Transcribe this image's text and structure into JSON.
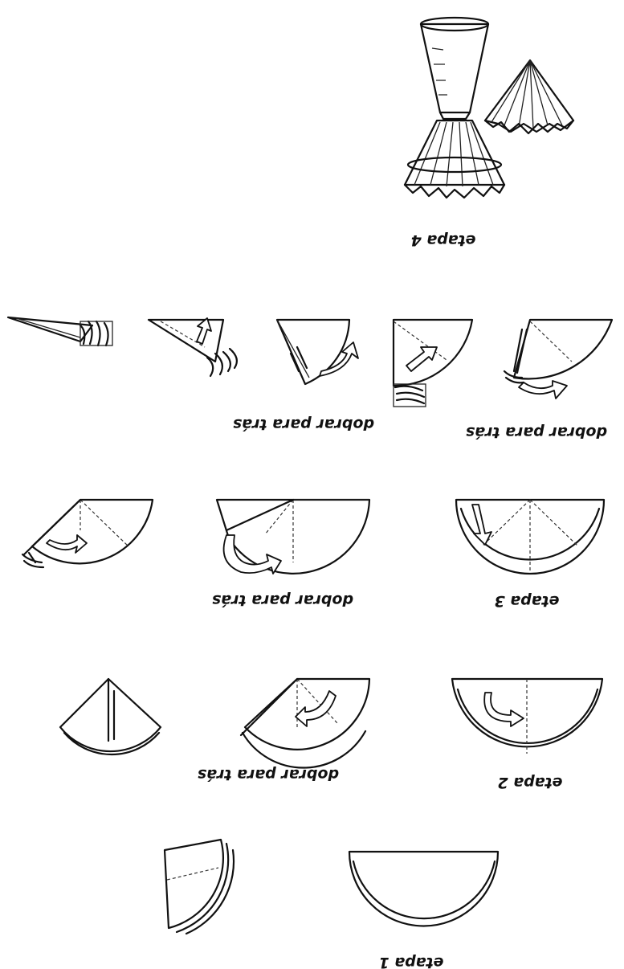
{
  "labels": {
    "etapa1": "etapa 1",
    "etapa2": "etapa 2",
    "etapa3": "etapa 3",
    "etapa4": "etapa 4",
    "back_fold_1": "dobrar para trás",
    "back_fold_2": "dobrar para trás",
    "back_fold_3": "dobrar para trás",
    "back_fold_4": "dobrar para trás"
  },
  "orientation": "rotated-180"
}
